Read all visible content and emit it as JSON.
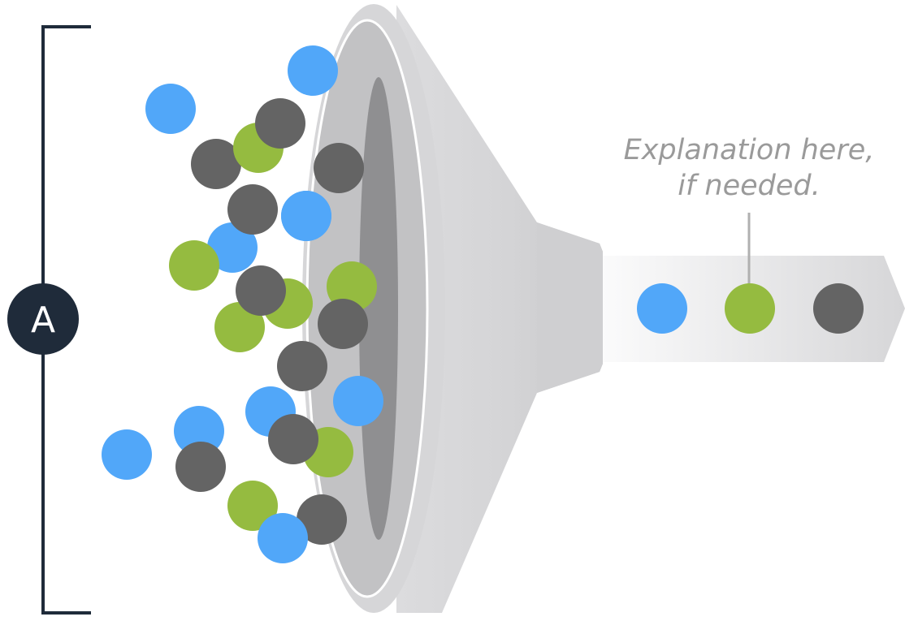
{
  "badge": {
    "label": "A"
  },
  "note": {
    "line1": "Explanation here,",
    "line2": "if needed."
  },
  "colors": {
    "blue": "#51a7f9",
    "green": "#95bb40",
    "dark": "#646464",
    "bracket": "#1f2b3a",
    "funnel_light": "#d9d9db",
    "funnel_mid": "#c3c3c5",
    "funnel_dark": "#8f8f91",
    "note_text": "#9a9a9a",
    "leader_line": "#b0b0b0"
  },
  "input_ball_colors": [
    "blue",
    "blue",
    "dark",
    "green",
    "blue",
    "dark",
    "dark",
    "blue",
    "blue",
    "green",
    "dark",
    "green",
    "green",
    "dark",
    "green",
    "dark",
    "dark",
    "blue",
    "blue",
    "blue",
    "dark",
    "green",
    "blue",
    "dark",
    "green",
    "dark",
    "blue"
  ],
  "output_ball_colors": [
    "blue",
    "green",
    "dark"
  ]
}
